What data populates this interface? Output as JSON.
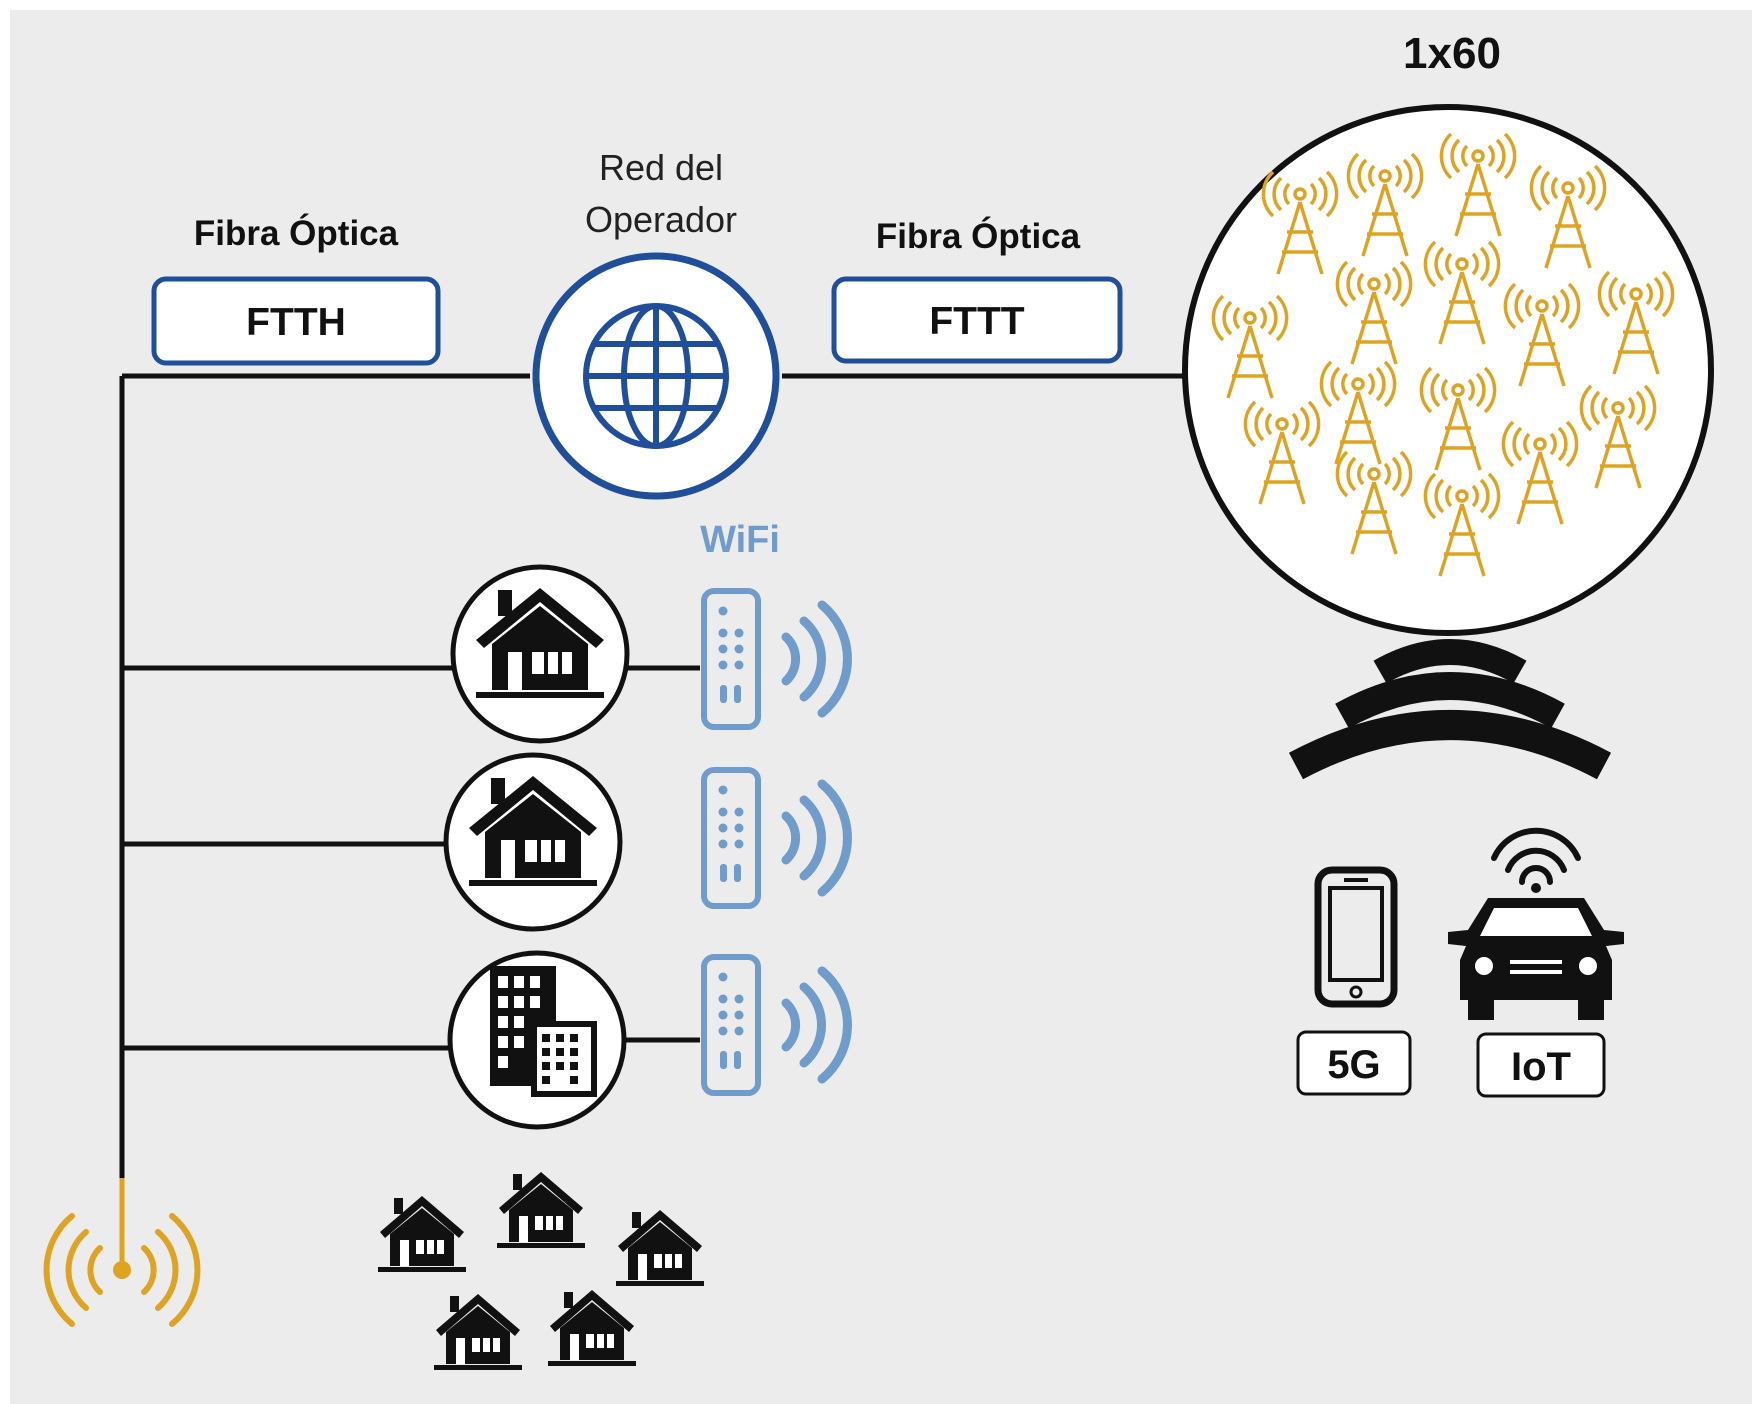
{
  "colors": {
    "background": "#ececec",
    "line": "#111111",
    "network_blue": "#1f4e9b",
    "wifi_blue": "#6f9ccb",
    "antenna_gold": "#dfa323",
    "icon_black": "#111111"
  },
  "labels": {
    "left_link_title": "Fibra Óptica",
    "left_link_box": "FTTH",
    "right_link_title": "Fibra Óptica",
    "right_link_box": "FTTT",
    "operator_line1": "Red del",
    "operator_line2": "Operador",
    "cluster_ratio": "1x60",
    "wifi": "WiFi",
    "badge_5g": "5G",
    "badge_iot": "IoT"
  },
  "icons": {
    "operator": "globe-icon",
    "tower": "cell-tower-icon",
    "home": "house-icon",
    "building": "office-buildings-icon",
    "router": "wifi-router-icon",
    "signal": "wireless-signal-icon",
    "phone": "smartphone-icon",
    "car": "connected-car-icon",
    "antenna": "antenna-icon"
  }
}
